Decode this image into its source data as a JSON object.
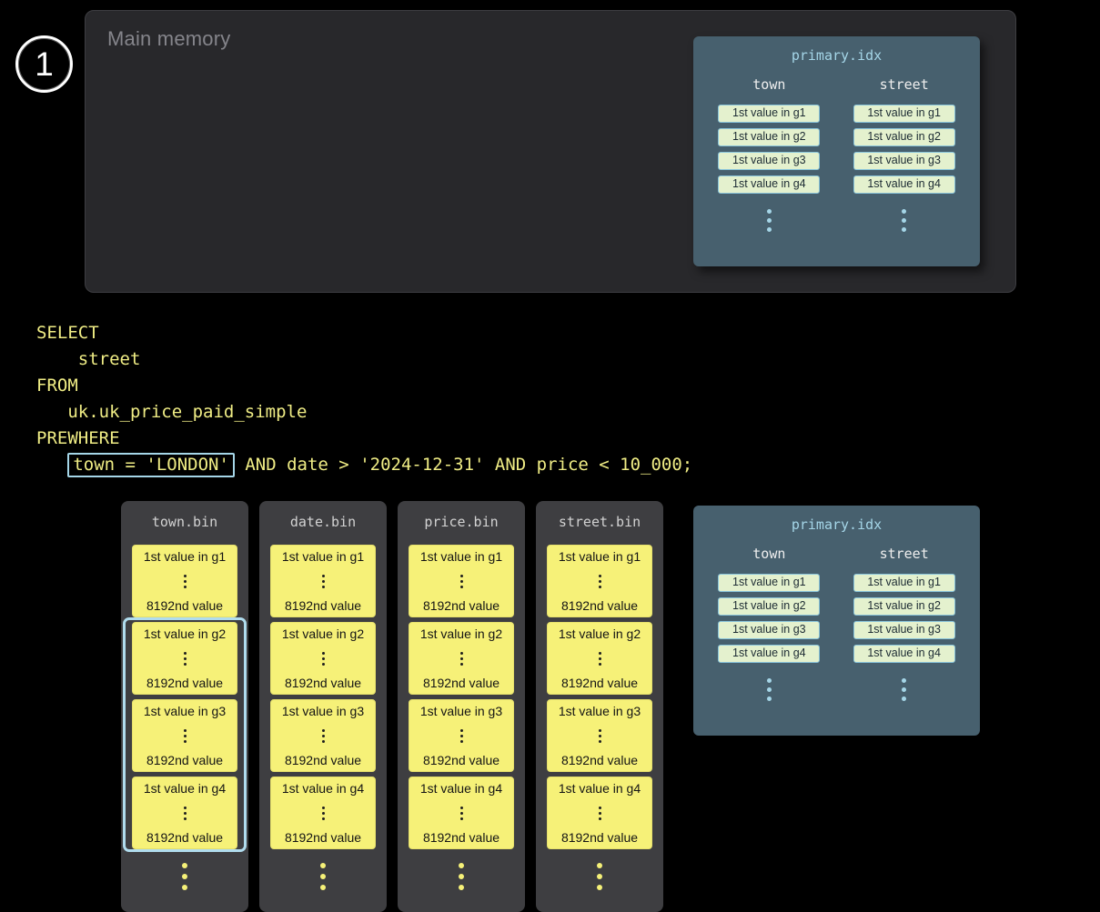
{
  "colors": {
    "accent_blue": "#a5d6e8",
    "sql_yellow": "#f0ed85",
    "granule_yellow": "#f6f178",
    "chip_green": "#e4f1ce",
    "idx_card_bg": "#47606e"
  },
  "step_badge": {
    "label": "1"
  },
  "main_memory": {
    "title": "Main memory"
  },
  "primary_idx": {
    "title": "primary.idx",
    "columns": [
      {
        "header": "town",
        "chips": [
          "1st value in g1",
          "1st value in g2",
          "1st value in g3",
          "1st value in g4"
        ]
      },
      {
        "header": "street",
        "chips": [
          "1st value in g1",
          "1st value in g2",
          "1st value in g3",
          "1st value in g4"
        ]
      }
    ]
  },
  "sql": {
    "line1": "SELECT",
    "line2": "    street",
    "line3": "FROM",
    "line4": "   uk.uk_price_paid_simple",
    "line5": "PREWHERE",
    "line6_indent": "   ",
    "line6_highlight": "town = 'LONDON'",
    "line6_rest": " AND date > '2024-12-31' AND price < 10_000;"
  },
  "bin_files": [
    {
      "title": "town.bin",
      "selected": true,
      "blocks": [
        {
          "first": "1st value in g1",
          "last": "8192nd value"
        },
        {
          "first": "1st value in g2",
          "last": "8192nd value"
        },
        {
          "first": "1st value in g3",
          "last": "8192nd value"
        },
        {
          "first": "1st value in g4",
          "last": "8192nd value"
        }
      ]
    },
    {
      "title": "date.bin",
      "selected": false,
      "blocks": [
        {
          "first": "1st value in g1",
          "last": "8192nd value"
        },
        {
          "first": "1st value in g2",
          "last": "8192nd value"
        },
        {
          "first": "1st value in g3",
          "last": "8192nd value"
        },
        {
          "first": "1st value in g4",
          "last": "8192nd value"
        }
      ]
    },
    {
      "title": "price.bin",
      "selected": false,
      "blocks": [
        {
          "first": "1st value in g1",
          "last": "8192nd value"
        },
        {
          "first": "1st value in g2",
          "last": "8192nd value"
        },
        {
          "first": "1st value in g3",
          "last": "8192nd value"
        },
        {
          "first": "1st value in g4",
          "last": "8192nd value"
        }
      ]
    },
    {
      "title": "street.bin",
      "selected": false,
      "blocks": [
        {
          "first": "1st value in g1",
          "last": "8192nd value"
        },
        {
          "first": "1st value in g2",
          "last": "8192nd value"
        },
        {
          "first": "1st value in g3",
          "last": "8192nd value"
        },
        {
          "first": "1st value in g4",
          "last": "8192nd value"
        }
      ]
    }
  ]
}
